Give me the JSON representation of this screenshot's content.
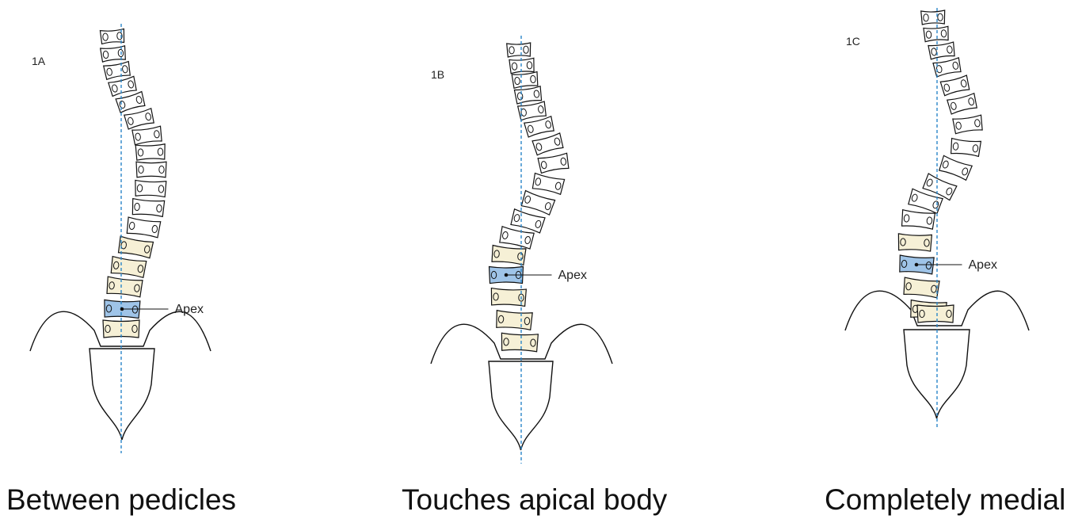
{
  "colors": {
    "outline": "#111111",
    "vertebra_plain": "#ffffff",
    "vertebra_curve": "#f6f0d6",
    "vertebra_apex": "#9fc4e8",
    "plumb_line": "#2a86c9"
  },
  "panels": [
    {
      "label": "1A",
      "apex_label": "Apex",
      "caption": "Between pedicles",
      "vertebrae": [
        "plain",
        "plain",
        "plain",
        "plain",
        "plain",
        "plain",
        "plain",
        "plain",
        "plain",
        "plain",
        "plain",
        "plain",
        "curve",
        "curve",
        "curve",
        "apex",
        "curve"
      ]
    },
    {
      "label": "1B",
      "apex_label": "Apex",
      "caption": "Touches apical body",
      "vertebrae": [
        "plain",
        "plain",
        "plain",
        "plain",
        "plain",
        "plain",
        "plain",
        "plain",
        "plain",
        "plain",
        "plain",
        "plain",
        "curve",
        "apex",
        "curve",
        "curve",
        "curve"
      ]
    },
    {
      "label": "1C",
      "apex_label": "Apex",
      "caption": "Completely medial",
      "vertebrae": [
        "plain",
        "plain",
        "plain",
        "plain",
        "plain",
        "plain",
        "plain",
        "plain",
        "plain",
        "plain",
        "plain",
        "plain",
        "curve",
        "apex",
        "curve",
        "curve",
        "curve"
      ]
    }
  ]
}
